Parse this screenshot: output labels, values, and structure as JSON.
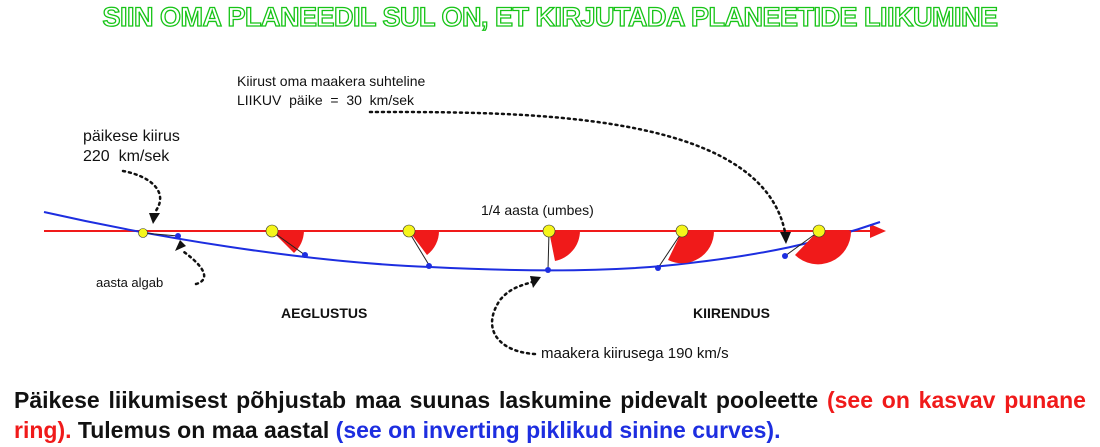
{
  "title": "SIIN OMA PLANEEDIL SUL ON, ET KIRJUTADA PLANEETIDE LIIKUMINE",
  "labels": {
    "relative_speed_line1": "Kiirust oma maakera suhteline",
    "relative_speed_line2": "LIIKUV  päike  =  30  km/sek",
    "sun_speed_line1": "päikese kiirus",
    "sun_speed_line2": "220  km/sek",
    "quarter_year": "1/4 aasta (umbes)",
    "year_start": "aasta algab",
    "deceleration": "AEGLUSTUS",
    "acceleration": "KIIRENDUS",
    "earth_speed": "maakera kiirusega 190 km/s"
  },
  "paragraph": {
    "part1": "Päikese liikumisest põhjustab maa suunas laskumine pidevalt pooleette ",
    "part2": "(see on kasvav punane ring).",
    "part3": " Tulemus on maa aastal ",
    "part4": "(see on inverting piklikud sinine curves)."
  },
  "colors": {
    "title_outline": "#17c417",
    "sun_path": "#f01a1a",
    "earth_path": "#1d2ee0",
    "sun": "#f5f51a",
    "arc": "#f01a1a",
    "text": "#111111"
  }
}
